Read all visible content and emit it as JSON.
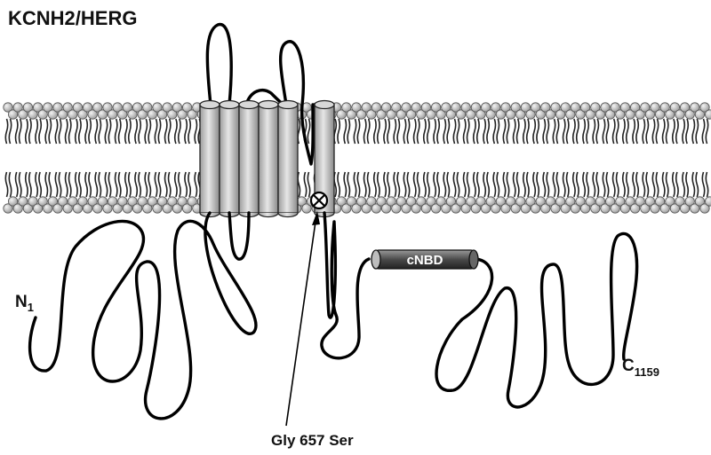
{
  "title": "KCNH2/HERG",
  "n_terminus": {
    "letter": "N",
    "number": "1"
  },
  "c_terminus": {
    "letter": "C",
    "number": "1159"
  },
  "domain_label": "cNBD",
  "mutation_label": "Gly 657 Ser",
  "transmembrane_segment_count": 6,
  "colors": {
    "line": "#000000",
    "helix": "#c8c8c8",
    "lipid_head": "#bdbdbd",
    "cnbd": "#555555"
  },
  "icons": {
    "mutation_site": "circle-cross-icon"
  }
}
